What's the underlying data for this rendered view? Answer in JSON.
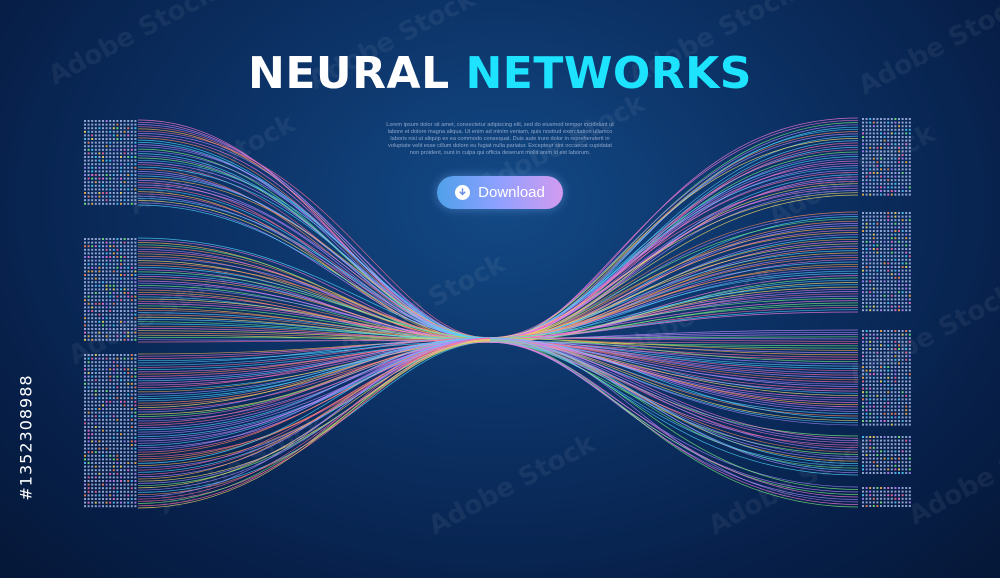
{
  "title": {
    "part1": "NEURAL",
    "part2": "NETWORKS"
  },
  "lorem_lines": [
    "Lorem ipsum dolor sit amet, consectetur adipiscing elit, sed do eiusmod tempor incididunt ut",
    "labore et dolore magna aliqua. Ut enim ad minim veniam, quis nostrud exercitation ullamco",
    "laboris nisi ut aliquip ex ea commodo consequat. Duis aute irure dolor in reprehenderit in",
    "voluptate velit esse cillum dolore eu fugiat nulla pariatur. Excepteur sint occaecat cupidatat",
    "non proident, sunt in culpa qui officia deserunt mollit anim id est laborum."
  ],
  "download_button": {
    "label": "Download",
    "icon": "download-arrow-icon"
  },
  "stock_id": "#1352308988",
  "watermark": "Adobe Stock",
  "colors": {
    "background": "#0c3266",
    "title_white": "#ffffff",
    "title_cyan": "#1ee3ff",
    "line_palette": [
      "#ff6b9d",
      "#ffb347",
      "#7cf07c",
      "#4fd8ff",
      "#a98bff",
      "#ff7ad9",
      "#ffe066",
      "#5cc8ff",
      "#c38bff",
      "#ff8a5c"
    ]
  }
}
